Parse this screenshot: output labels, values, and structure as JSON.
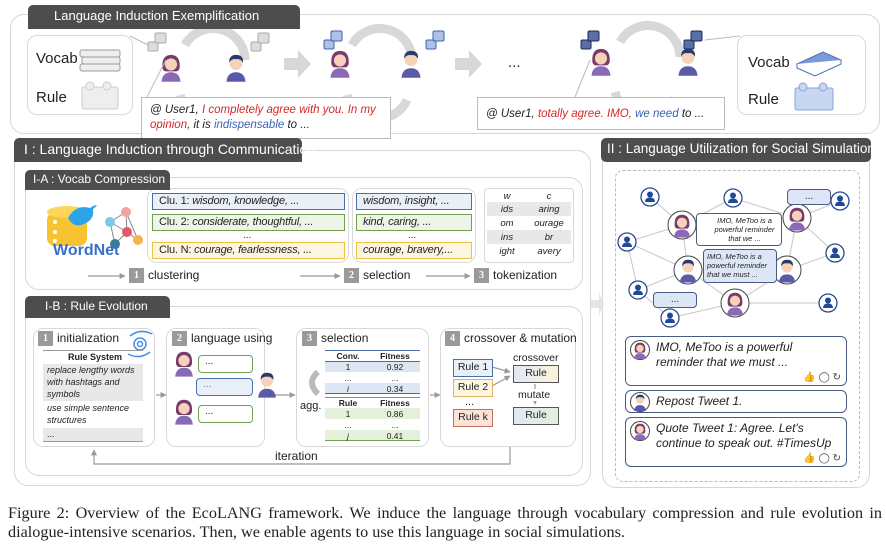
{
  "top": {
    "title": "Language Induction Exemplification",
    "left_box": {
      "vocab": "Vocab",
      "rule": "Rule"
    },
    "right_box": {
      "vocab": "Vocab",
      "rule": "Rule"
    },
    "ellipsis": "...",
    "speech1": {
      "mention": "@ User1,",
      "red": "I completely agree with you. In my opinion",
      "mid": ", it is",
      "blue": "indispensable",
      "end": "to ..."
    },
    "speech2": {
      "mention": "@ User1,",
      "red": "totally agree. IMO,",
      "blue": "we need",
      "end": "to ..."
    }
  },
  "section1": {
    "title": "I : Language Induction through Communication",
    "vocab": {
      "title": "I-A : Vocab Compression",
      "logo_text": "WordNet",
      "clusters": [
        {
          "label": "Clu. 1:",
          "words": "wisdom, knowledge, ..."
        },
        {
          "label": "Clu. 2:",
          "words": "considerate, thoughtful, ..."
        },
        {
          "label": "Clu. N:",
          "words": "courage, fearlessness, ..."
        }
      ],
      "selected": [
        "wisdom, insight, ...",
        "kind, caring, ...",
        "courage, bravery,..."
      ],
      "dots": "...",
      "tokens": [
        [
          "w",
          "c"
        ],
        [
          "ids",
          "aring"
        ],
        [
          "om",
          "ourage"
        ],
        [
          "ins",
          "br"
        ],
        [
          "ight",
          "avery"
        ]
      ],
      "steps": [
        {
          "n": "1",
          "label": "clustering"
        },
        {
          "n": "2",
          "label": "selection"
        },
        {
          "n": "3",
          "label": "tokenization"
        }
      ]
    },
    "rule": {
      "title": "I-B : Rule Evolution",
      "steps": [
        {
          "n": "1",
          "label": "initialization"
        },
        {
          "n": "2",
          "label": "language using"
        },
        {
          "n": "3",
          "label": "selection"
        },
        {
          "n": "4",
          "label": "crossover & mutation"
        }
      ],
      "rule_system": {
        "header": "Rule System",
        "items": [
          "replace lengthy words with hashtags and symbols",
          "use simple sentence structures",
          "..."
        ]
      },
      "chat": [
        "...",
        "...",
        "..."
      ],
      "conv_table": {
        "headers": [
          "Conv.",
          "Fitness"
        ],
        "rows": [
          [
            "1",
            "0.92"
          ],
          [
            "...",
            "..."
          ],
          [
            "i",
            "0.34"
          ]
        ]
      },
      "agg": "agg.",
      "rule_table": {
        "headers": [
          "Rule",
          "Fitness"
        ],
        "rows": [
          [
            "1",
            "0.86"
          ],
          [
            "...",
            "..."
          ],
          [
            "j",
            "0.41"
          ]
        ]
      },
      "rules": [
        "Rule 1",
        "Rule 2",
        "...",
        "Rule k"
      ],
      "crossover": "crossover",
      "mutate": "mutate",
      "rule_child": "Rule",
      "rule_mutant": "Rule",
      "iteration": "iteration"
    }
  },
  "section2": {
    "title": "II : Language Utilization for Social Simulation",
    "bubbles": [
      "...",
      "IMO, MeToo is a powerful reminder that we ...",
      "IMO, MeToo is a powerful reminder that we must ...",
      "..."
    ],
    "tweets": [
      "IMO, MeToo is a powerful reminder that we must ...",
      "Repost Tweet 1.",
      "Quote Tweet 1: Agree. Let's continue to speak out. #TimesUp"
    ]
  },
  "caption": "Figure 2: Overview of the EcoLANG framework. We induce the language through vocabulary compression and rule evolution in dialogue-intensive scenarios. Then, we enable agents to use this language in social simulations.",
  "colors": {
    "tab": "#4d4d4d",
    "red": "#d62828",
    "blue": "#3a62b3",
    "clu1": "#4a6fa5",
    "clu2": "#70a050",
    "cluN": "#f0c040"
  }
}
